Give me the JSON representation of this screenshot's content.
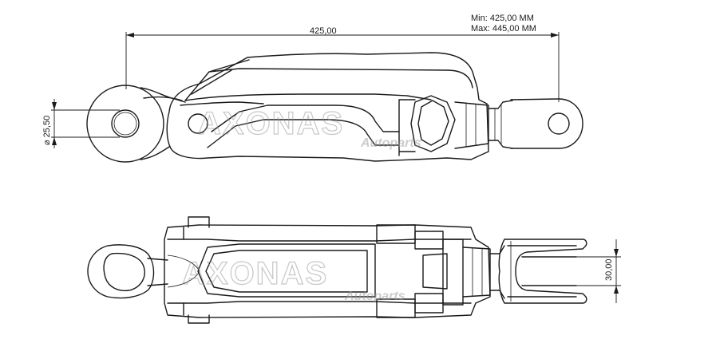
{
  "dimensions": {
    "length": "425,00",
    "min_max_line1": "Min: 425,00 MM",
    "min_max_line2": "Max: 445,00 MM",
    "eye_diameter": "⌀ 25,50",
    "fork_width": "30,00"
  },
  "watermark": {
    "brand": "AXONAS",
    "tagline": "Autoparts"
  }
}
